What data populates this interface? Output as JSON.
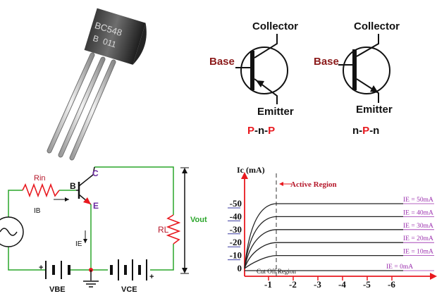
{
  "transistor_photo": {
    "marking_line1": "BC548",
    "marking_line2": "B  011"
  },
  "pnp_symbol": {
    "collector": "Collector",
    "base": "Base",
    "emitter": "Emitter",
    "type_parts": [
      "P",
      "-n-",
      "P"
    ]
  },
  "npn_symbol": {
    "collector": "Collector",
    "base": "Base",
    "emitter": "Emitter",
    "type_parts": [
      "n-",
      "P",
      "-n"
    ]
  },
  "circuit": {
    "rin": "Rin",
    "b": "B",
    "c": "C",
    "e": "E",
    "ib": "IB",
    "ie": "IE",
    "rl": "RL",
    "vout": "Vout",
    "vbe": "VBE",
    "vce": "VCE",
    "plus": "+"
  },
  "chart_data": {
    "type": "line",
    "ylabel": "Ic (mA)",
    "x_ticks": [
      "-1",
      "-2",
      "-3",
      "-4",
      "-5",
      "-6"
    ],
    "y_ticks": [
      "0",
      "-10",
      "-20",
      "-30",
      "-40",
      "-50"
    ],
    "annotations": {
      "active_region": "Active Region",
      "cutoff_region": "Cut Off Region"
    },
    "series": [
      {
        "name": "IE = 50mA",
        "value": 50
      },
      {
        "name": "IE = 40mA",
        "value": 40
      },
      {
        "name": "IE = 30mA",
        "value": 30
      },
      {
        "name": "IE = 20mA",
        "value": 20
      },
      {
        "name": "IE = 10mA",
        "value": 10
      },
      {
        "name": "IE = 0mA",
        "value": 0
      }
    ],
    "colors": {
      "axis": "#e8191f",
      "curve": "#222222",
      "label": "#9b2fae"
    }
  }
}
